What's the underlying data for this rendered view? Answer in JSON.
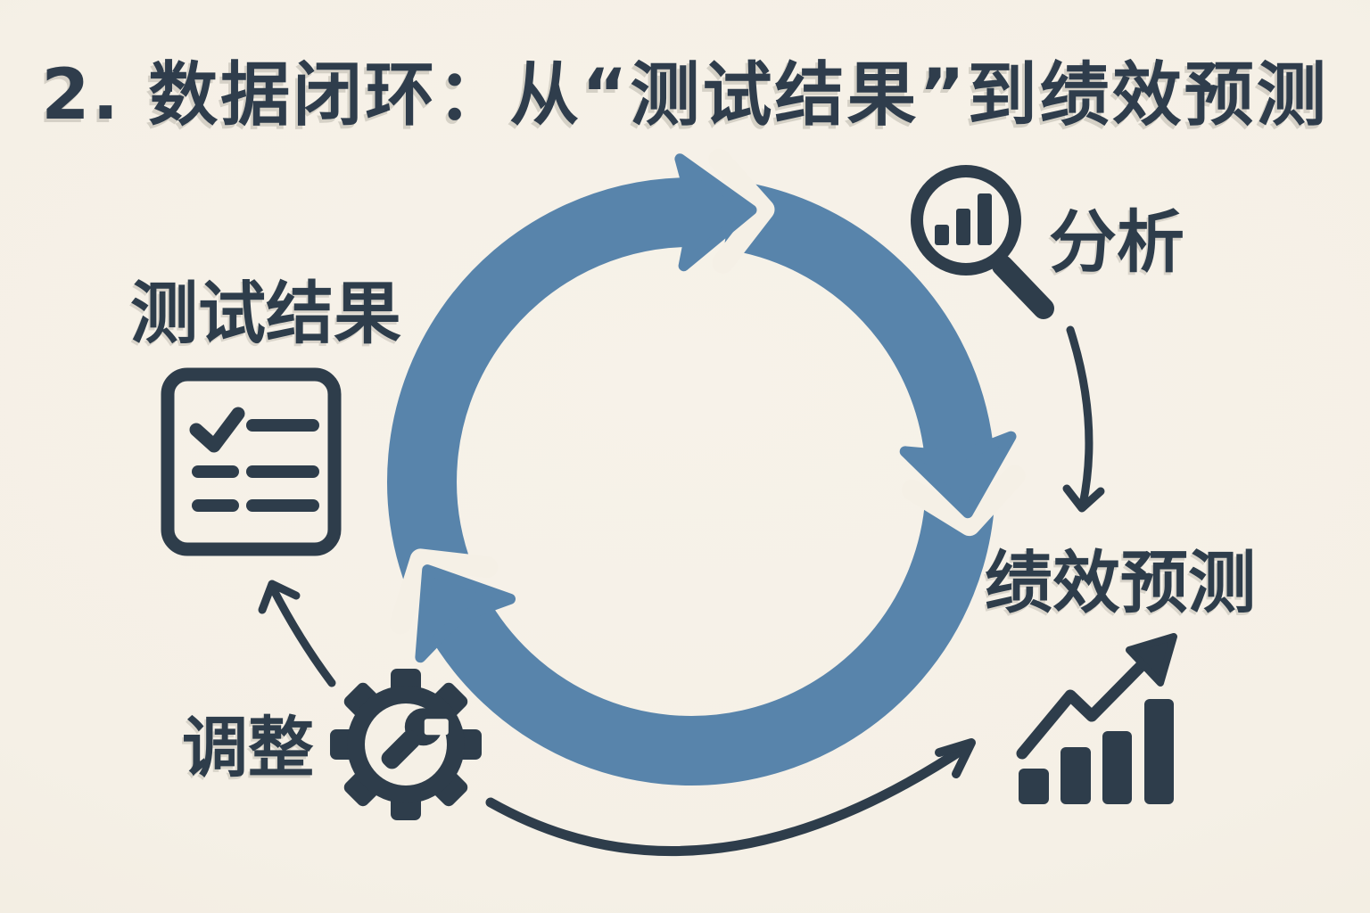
{
  "colors": {
    "background": "#f5f0e6",
    "ink": "#2e3d4b",
    "cycle_blue": "#5884ab"
  },
  "title": "2. 数据闭环：从“测试结果”到绩效预测",
  "cycle": {
    "direction": "clockwise",
    "steps": [
      {
        "id": "test-results",
        "label": "测试结果",
        "icon": "checklist-icon",
        "position": "left"
      },
      {
        "id": "analysis",
        "label": "分析",
        "icon": "magnifier-bar-chart-icon",
        "position": "top-right"
      },
      {
        "id": "performance-prediction",
        "label": "绩效预测",
        "icon": "rising-bar-chart-icon",
        "position": "bottom-right"
      },
      {
        "id": "adjust",
        "label": "调整",
        "icon": "gear-wrench-icon",
        "position": "bottom-left"
      }
    ],
    "connectors": [
      {
        "from": "analysis",
        "to": "performance-prediction"
      },
      {
        "from": "adjust",
        "to": "performance-prediction"
      },
      {
        "from": "adjust",
        "to": "test-results"
      }
    ]
  }
}
